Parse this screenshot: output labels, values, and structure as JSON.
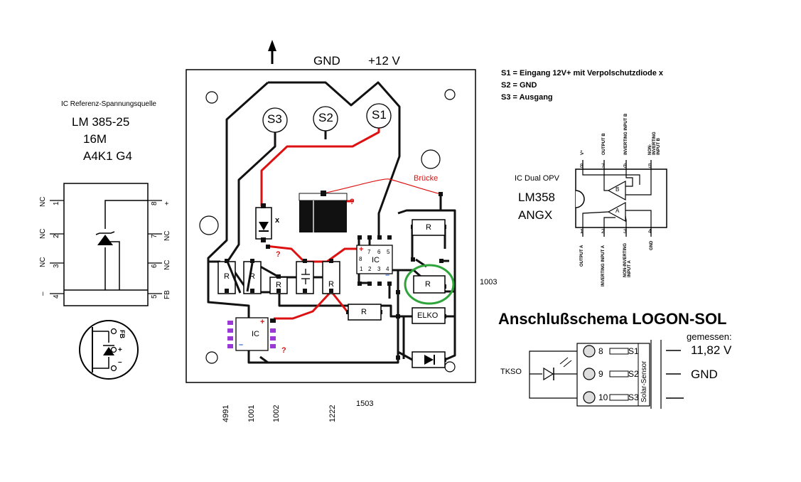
{
  "header": {
    "gnd_label": "GND",
    "v12_label": "+12 V"
  },
  "legend": {
    "s1": "S1 = Eingang 12V+   mit Verpolschutzdiode  x",
    "s2": "S2 = GND",
    "s3": "S3 = Ausgang"
  },
  "ref_ic": {
    "title": "IC  Referenz-Spannungsquelle",
    "part": "LM 385-25",
    "line2": "16M",
    "line3": "A4K1 G4",
    "left_pins": [
      {
        "num": "1",
        "name": "NC"
      },
      {
        "num": "2",
        "name": "NC"
      },
      {
        "num": "3",
        "name": "NC"
      },
      {
        "num": "4",
        "name": "–"
      }
    ],
    "right_pins": [
      {
        "num": "8",
        "name": "+"
      },
      {
        "num": "7",
        "name": "NC"
      },
      {
        "num": "6",
        "name": "NC"
      },
      {
        "num": "5",
        "name": "FB"
      }
    ],
    "to92_labels": {
      "fb": "FB",
      "plus": "+",
      "minus": "–"
    }
  },
  "opamp": {
    "title": "IC   Dual OPV",
    "part": "LM358",
    "line2": "ANGX",
    "top_pins": [
      {
        "num": "8",
        "name": "V⁺"
      },
      {
        "num": "7",
        "name": "OUTPUT B"
      },
      {
        "num": "6",
        "name": "INVERTING INPUT B"
      },
      {
        "num": "5",
        "name": "NON-INVERTING INPUT B"
      }
    ],
    "bottom_pins": [
      {
        "num": "1",
        "name": "OUTPUT A"
      },
      {
        "num": "2",
        "name": "INVERTING INPUT A"
      },
      {
        "num": "3",
        "name": "NON-INVERTING INPUT A"
      },
      {
        "num": "4",
        "name": "GND"
      }
    ],
    "amp_a": "A",
    "amp_b": "B"
  },
  "pcb": {
    "pads": [
      "S3",
      "S2",
      "S1"
    ],
    "bridge_label": "Brücke",
    "question": "?",
    "diode_mark": "x",
    "resistor": "R",
    "ic_label": "IC",
    "elko_label": "ELKO",
    "ic_pins_top": [
      "7",
      "6",
      "5"
    ],
    "ic_pins_bottom": [
      "1",
      "2",
      "3",
      "4"
    ],
    "ic_pin8": "8",
    "plus": "+",
    "minus": "–",
    "value_right": "1003",
    "values_bottom": [
      "4991",
      "1001",
      "1002",
      "1222"
    ],
    "value_1503": "1503"
  },
  "logon": {
    "title": "Anschlußschema LOGON-SOL",
    "measured": "gemessen:",
    "tkso": "TKSO",
    "terminals": [
      {
        "num": "8",
        "label": "S1",
        "value": "11,82 V"
      },
      {
        "num": "9",
        "label": "S2",
        "value": "GND"
      },
      {
        "num": "10",
        "label": "S3",
        "value": ""
      }
    ],
    "sensor_label": "Solar-Sensor"
  }
}
